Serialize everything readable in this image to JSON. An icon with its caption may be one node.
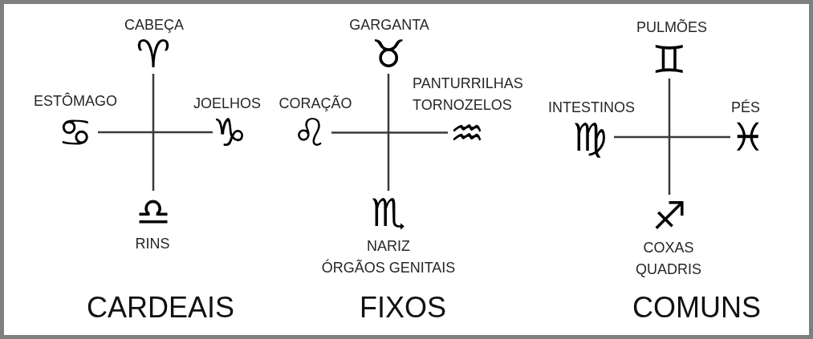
{
  "diagram": {
    "nodes": [
      {
        "text": [
          "♈︎"
        ],
        "beside": [
          "CABEÇA"
        ]
      },
      {
        "text": [
          "♋︎"
        ],
        "beside": [
          "ESTÔMAGO"
        ]
      },
      {
        "text": [
          "♑︎"
        ],
        "beside": [
          "JOELHOS"
        ]
      },
      {
        "text": [
          "♎︎"
        ],
        "beside": [
          "RINS"
        ]
      },
      {
        "text": [
          "♉︎"
        ],
        "beside": [
          "GARGANTA"
        ]
      },
      {
        "text": [
          "♌︎"
        ],
        "beside": [
          "CORAÇÃO"
        ]
      },
      {
        "text": [
          "♒︎"
        ],
        "beside": [
          "PANTURRILHAS",
          "TORNOZELOS"
        ]
      },
      {
        "text": [
          "♏︎"
        ],
        "beside": [
          "NARIZ",
          "ÓRGÃOS GENITAIS"
        ]
      },
      {
        "text": [
          "♊︎"
        ],
        "beside": [
          "PULMÕES"
        ]
      },
      {
        "text": [
          "♍︎"
        ],
        "beside": [
          "INTESTINOS"
        ]
      },
      {
        "text": [
          "♓︎"
        ],
        "beside": [
          "PÉS"
        ]
      },
      {
        "text": [
          "♐︎"
        ],
        "beside": [
          "COXAS",
          "QUADRIS"
        ]
      }
    ],
    "edges": [
      {
        "from": 0,
        "to": 3,
        "arrow": "none"
      },
      {
        "from": 1,
        "to": 2,
        "arrow": "none"
      },
      {
        "from": 4,
        "to": 7,
        "arrow": "none"
      },
      {
        "from": 5,
        "to": 6,
        "arrow": "none"
      },
      {
        "from": 8,
        "to": 11,
        "arrow": "none"
      },
      {
        "from": 9,
        "to": 10,
        "arrow": "none"
      }
    ],
    "labels": [
      "CARDEAIS",
      "FIXOS",
      "COMUNS"
    ]
  }
}
